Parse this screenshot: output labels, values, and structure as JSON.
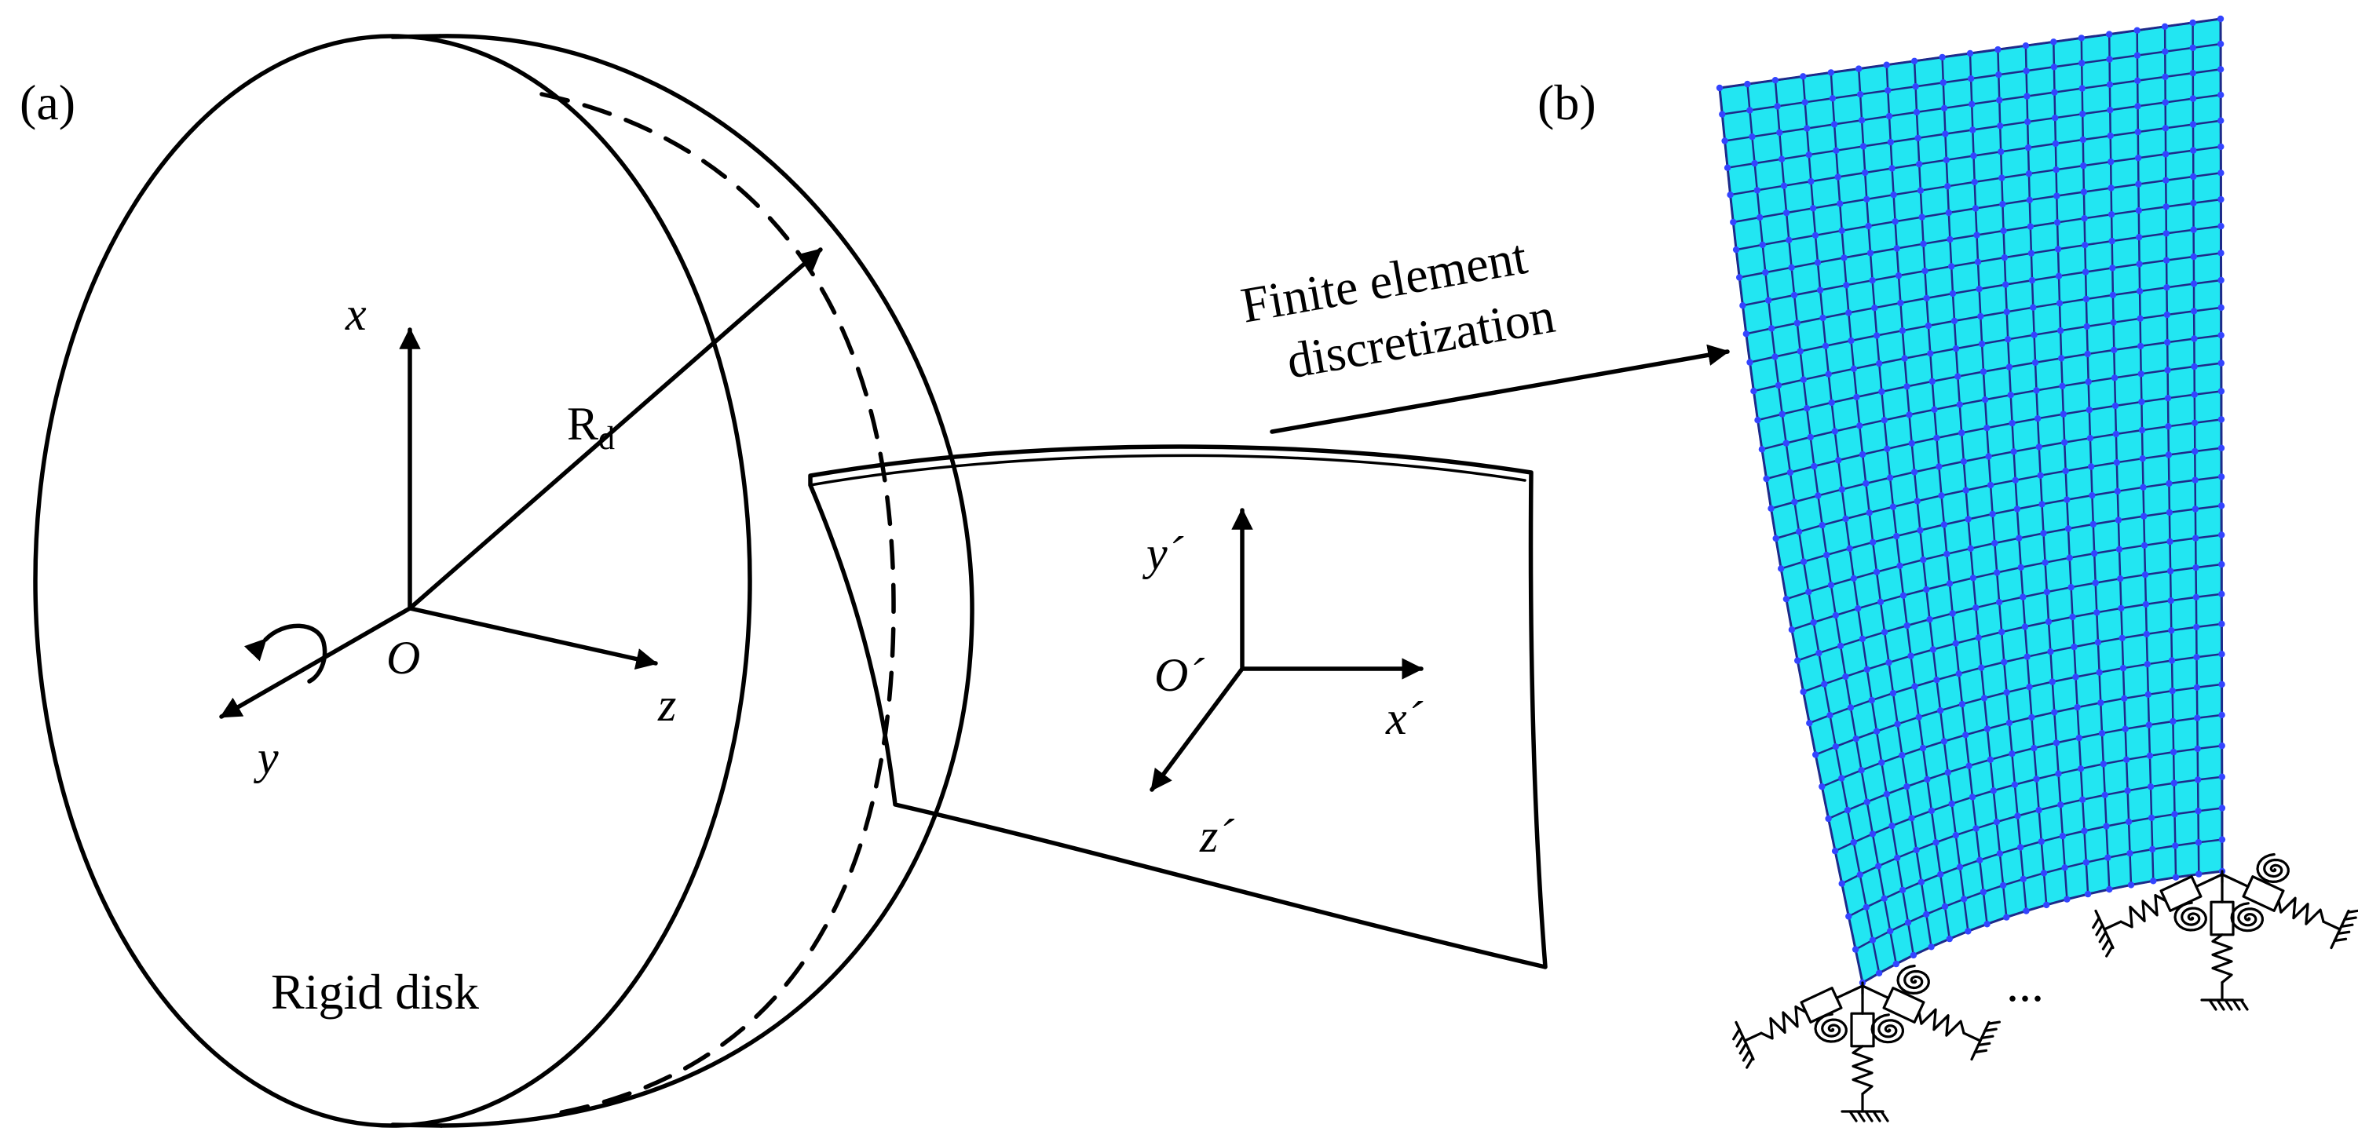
{
  "panels": {
    "a": {
      "label": "(a)"
    },
    "b": {
      "label": "(b)"
    }
  },
  "disk": {
    "caption": "Rigid disk",
    "radius_label_main": "R",
    "radius_label_sub": "d"
  },
  "global_axes": {
    "x": "x",
    "y": "y",
    "z": "z",
    "origin": "O"
  },
  "blade_axes": {
    "x": "x´",
    "y": "y´",
    "z": "z´",
    "origin": "O´"
  },
  "arrow_caption": {
    "line1": "Finite element",
    "line2": "discretization"
  },
  "mesh": {
    "columns": 18,
    "rows": 30,
    "fill_color": "#22e6f2",
    "grid_color": "#1d2a8a",
    "node_color": "#3344ff"
  },
  "support": {
    "ellipsis": "..."
  }
}
